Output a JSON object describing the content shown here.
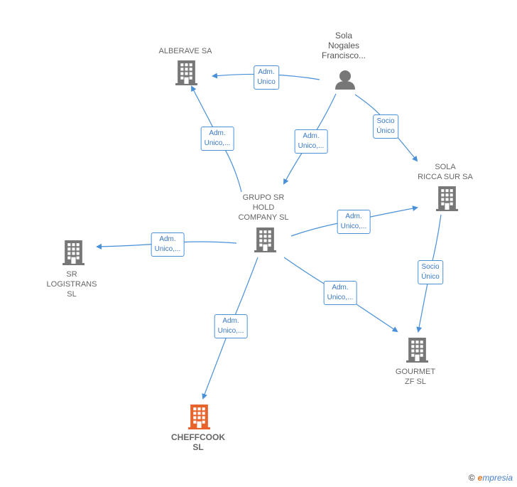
{
  "nodes": {
    "alberave": {
      "label": "ALBERAVE SA"
    },
    "sola_person": {
      "label": "Sola\nNogales\nFrancisco..."
    },
    "sola_ricca": {
      "label": "SOLA\nRICCA SUR SA"
    },
    "grupo_sr": {
      "label": "GRUPO SR\nHOLD\nCOMPANY  SL"
    },
    "sr_logistrans": {
      "label": "SR\nLOGISTRANS\nSL"
    },
    "gourmet": {
      "label": "GOURMET\nZF  SL"
    },
    "cheffcook": {
      "label": "CHEFFCOOK\nSL"
    }
  },
  "edges": {
    "person_alberave": "Adm.\nUnico",
    "person_grupo": "Adm.\nUnico,...",
    "person_sola_ricca": "Socio\nÚnico",
    "grupo_alberave": "Adm.\nUnico,...",
    "grupo_sola_ricca": "Adm.\nUnico,...",
    "grupo_logistrans": "Adm.\nUnico,...",
    "grupo_gourmet": "Adm.\nUnico,...",
    "grupo_cheffcook": "Adm.\nUnico,...",
    "sola_ricca_gourmet": "Socio\nÚnico"
  },
  "footer": {
    "copyright": "©",
    "brand_first": "e",
    "brand_rest": "mpresia"
  },
  "colors": {
    "edge": "#4a90d9",
    "building": "#777777",
    "highlight": "#e8622c"
  }
}
